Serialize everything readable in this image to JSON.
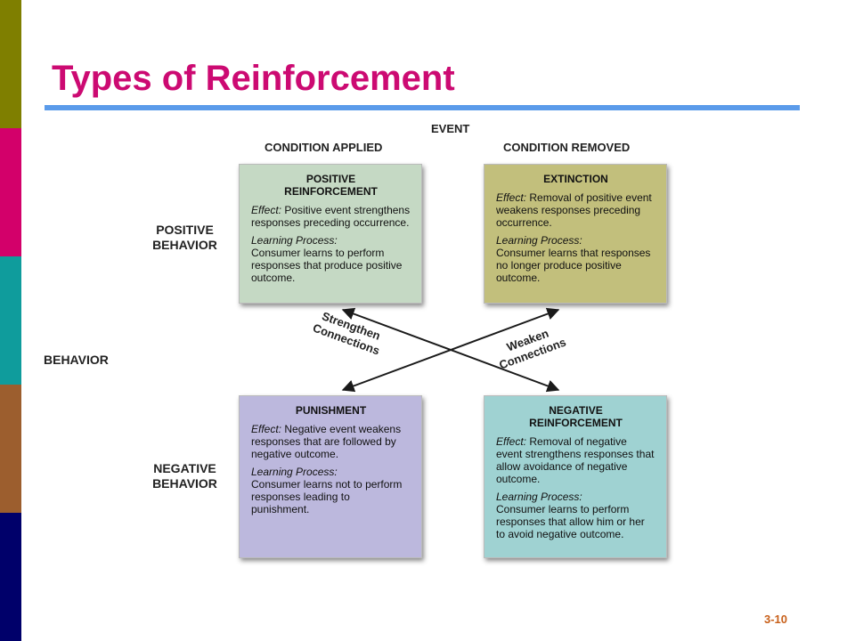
{
  "slide": {
    "title": "Types of Reinforcement",
    "slide_number": "3-10",
    "stripe_colors": [
      "#7f7f00",
      "#d3006a",
      "#0f9c9c",
      "#9c5e2e",
      "#00006a"
    ],
    "title_color": "#cc0a72",
    "rule_color": "#5b9bea"
  },
  "diagram": {
    "event_label": "EVENT",
    "col_applied": "CONDITION APPLIED",
    "col_removed": "CONDITION REMOVED",
    "behavior_label": "BEHAVIOR",
    "row_positive": [
      "POSITIVE",
      "BEHAVIOR"
    ],
    "row_negative": [
      "NEGATIVE",
      "BEHAVIOR"
    ],
    "strengthen_label": [
      "Strengthen",
      "Connections"
    ],
    "weaken_label": [
      "Weaken",
      "Connections"
    ],
    "boxes": {
      "positive_reinforcement": {
        "title": [
          "POSITIVE",
          "REINFORCEMENT"
        ],
        "effect_label": "Effect:",
        "effect": "Positive event strengthens responses preceding occurrence.",
        "process_label": "Learning Process:",
        "process": "Consumer learns to perform responses that produce positive outcome.",
        "color": "#c5d9c4"
      },
      "extinction": {
        "title": [
          "EXTINCTION"
        ],
        "effect_label": "Effect:",
        "effect": "Removal of positive event weakens responses preceding occurrence.",
        "process_label": "Learning Process:",
        "process": "Consumer learns that responses no longer produce positive outcome.",
        "color": "#c2bf7c"
      },
      "punishment": {
        "title": [
          "PUNISHMENT"
        ],
        "effect_label": "Effect:",
        "effect": "Negative event weakens responses that are followed by negative outcome.",
        "process_label": "Learning Process:",
        "process": "Consumer learns not to perform responses leading to punishment.",
        "color": "#bcb8dd"
      },
      "negative_reinforcement": {
        "title": [
          "NEGATIVE",
          "REINFORCEMENT"
        ],
        "effect_label": "Effect:",
        "effect": "Removal of negative event strengthens responses that allow avoidance of negative outcome.",
        "process_label": "Learning Process:",
        "process": "Consumer learns to perform responses that allow him or her to avoid negative outcome.",
        "color": "#9fd2d2"
      }
    }
  }
}
